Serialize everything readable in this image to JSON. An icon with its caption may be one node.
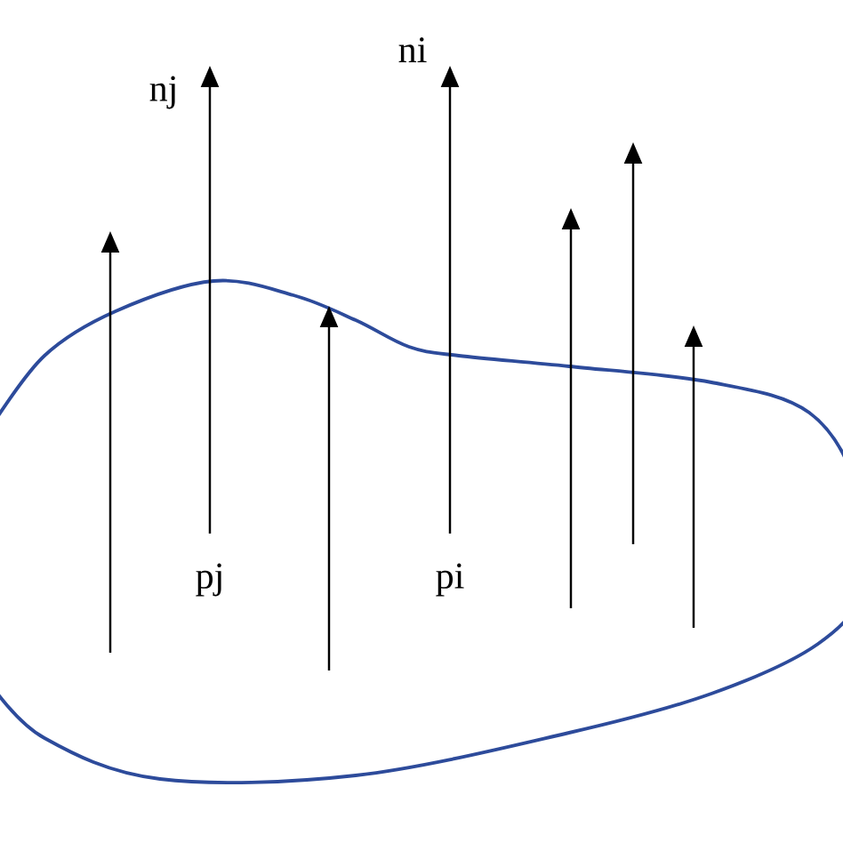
{
  "diagram": {
    "labels": [
      "ni",
      "nj",
      "pj",
      "pi"
    ]
  }
}
